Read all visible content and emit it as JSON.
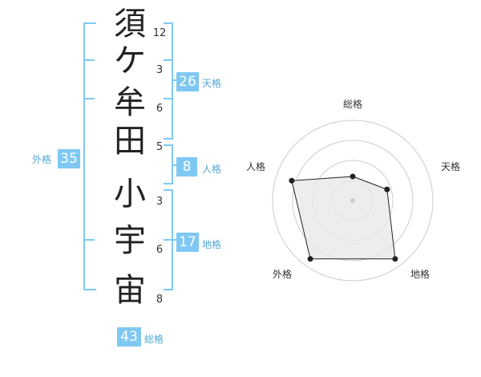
{
  "name_chars": [
    {
      "char": "須",
      "strokes": "12"
    },
    {
      "char": "ケ",
      "strokes": "3"
    },
    {
      "char": "牟",
      "strokes": "6"
    },
    {
      "char": "田",
      "strokes": "5"
    },
    {
      "char": "小",
      "strokes": "3"
    },
    {
      "char": "宇",
      "strokes": "6"
    },
    {
      "char": "宙",
      "strokes": "8"
    }
  ],
  "kaku": {
    "tenkaku": {
      "label": "天格",
      "value": "26"
    },
    "jinkaku": {
      "label": "人格",
      "value": "8"
    },
    "chikaku": {
      "label": "地格",
      "value": "17"
    },
    "gaikaku": {
      "label": "外格",
      "value": "35"
    },
    "soukaku": {
      "label": "総格",
      "value": "43"
    }
  },
  "radar": {
    "axes": [
      "総格",
      "天格",
      "地格",
      "外格",
      "人格"
    ],
    "levels": 4,
    "values": [
      0.3,
      0.45,
      0.9,
      0.9,
      0.8
    ],
    "colors": {
      "fill": "#e9e9e9",
      "line": "#222222",
      "grid": "#cccccc",
      "accent": "#7fc8f3"
    }
  }
}
